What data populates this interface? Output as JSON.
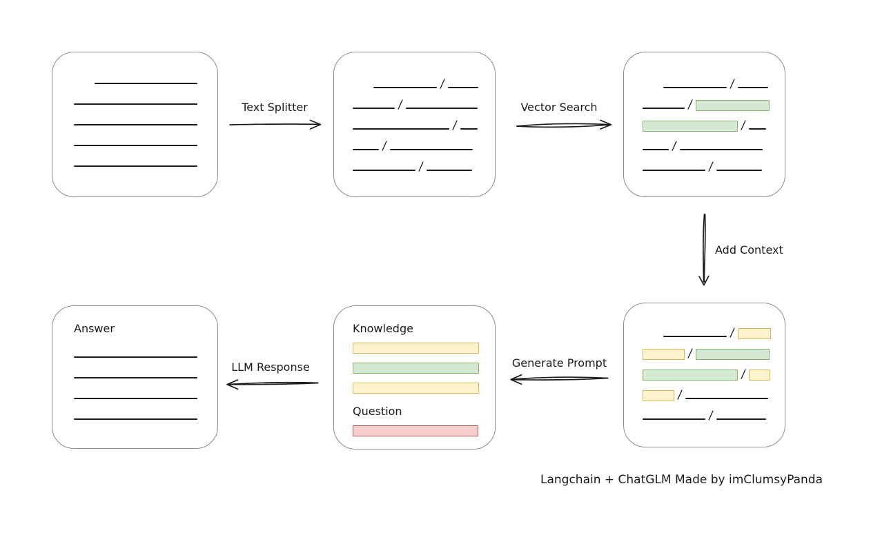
{
  "diagram": {
    "credit": "Langchain + ChatGLM Made by imClumsyPanda",
    "slash": "/"
  },
  "colors": {
    "background": "#ffffff",
    "ink": "#1a1a1a",
    "box_border": "#8c8c8c",
    "green_fill": "#d5e8d4",
    "green_stroke": "#82b366",
    "yellow_fill": "#fff2cc",
    "yellow_stroke": "#d6b656",
    "red_fill": "#f8cecc",
    "red_stroke": "#b85450"
  },
  "arrows": {
    "text_splitter": {
      "label": "Text Splitter",
      "direction": "right"
    },
    "vector_search": {
      "label": "Vector Search",
      "direction": "right"
    },
    "add_context": {
      "label": "Add Context",
      "direction": "down"
    },
    "generate_prompt": {
      "label": "Generate Prompt",
      "direction": "left"
    },
    "llm_response": {
      "label": "LLM Response",
      "direction": "left"
    }
  },
  "boxes": {
    "document": {
      "rows": [
        {
          "indent": 30,
          "segs": [
            {
              "t": "line",
              "w": 149
            }
          ]
        },
        {
          "segs": [
            {
              "t": "line",
              "w": 179
            }
          ]
        },
        {
          "segs": [
            {
              "t": "line",
              "w": 179
            }
          ]
        },
        {
          "segs": [
            {
              "t": "line",
              "w": 179
            }
          ]
        },
        {
          "segs": [
            {
              "t": "line",
              "w": 179
            }
          ]
        }
      ]
    },
    "split_chunks": {
      "rows": [
        {
          "indent": 30,
          "segs": [
            {
              "t": "line",
              "w": 92
            },
            {
              "t": "line",
              "w": 44
            }
          ]
        },
        {
          "segs": [
            {
              "t": "line",
              "w": 61
            },
            {
              "t": "line",
              "w": 104
            }
          ]
        },
        {
          "segs": [
            {
              "t": "line",
              "w": 140
            },
            {
              "t": "line",
              "w": 25
            }
          ]
        },
        {
          "segs": [
            {
              "t": "line",
              "w": 38
            },
            {
              "t": "line",
              "w": 120
            }
          ]
        },
        {
          "segs": [
            {
              "t": "line",
              "w": 91
            },
            {
              "t": "line",
              "w": 66
            }
          ]
        }
      ]
    },
    "search_results": {
      "rows": [
        {
          "indent": 30,
          "segs": [
            {
              "t": "line",
              "w": 92
            },
            {
              "t": "line",
              "w": 44
            }
          ]
        },
        {
          "segs": [
            {
              "t": "line",
              "w": 61
            },
            {
              "t": "green",
              "w": 107
            }
          ]
        },
        {
          "segs": [
            {
              "t": "green",
              "w": 138
            },
            {
              "t": "line",
              "w": 25
            }
          ]
        },
        {
          "segs": [
            {
              "t": "line",
              "w": 38
            },
            {
              "t": "line",
              "w": 120
            }
          ]
        },
        {
          "segs": [
            {
              "t": "line",
              "w": 91
            },
            {
              "t": "line",
              "w": 66
            }
          ]
        }
      ]
    },
    "context_chunks": {
      "rows": [
        {
          "indent": 30,
          "segs": [
            {
              "t": "line",
              "w": 92
            },
            {
              "t": "yellow",
              "w": 48
            }
          ]
        },
        {
          "segs": [
            {
              "t": "yellow",
              "w": 61
            },
            {
              "t": "green",
              "w": 107
            }
          ]
        },
        {
          "segs": [
            {
              "t": "green",
              "w": 138
            },
            {
              "t": "yellow",
              "w": 31
            }
          ]
        },
        {
          "segs": [
            {
              "t": "yellow",
              "w": 46
            },
            {
              "t": "line",
              "w": 120
            }
          ]
        },
        {
          "segs": [
            {
              "t": "line",
              "w": 91
            },
            {
              "t": "line",
              "w": 72
            }
          ]
        }
      ]
    },
    "prompt": {
      "knowledge_label": "Knowledge",
      "knowledge_bars": [
        {
          "t": "yellow",
          "w": 183
        },
        {
          "t": "green",
          "w": 183
        },
        {
          "t": "yellow",
          "w": 183
        }
      ],
      "question_label": "Question",
      "question_bars": [
        {
          "t": "red",
          "w": 182
        }
      ]
    },
    "answer": {
      "label": "Answer",
      "rows": [
        {
          "segs": [
            {
              "t": "line",
              "w": 179
            }
          ]
        },
        {
          "segs": [
            {
              "t": "line",
              "w": 179
            }
          ]
        },
        {
          "segs": [
            {
              "t": "line",
              "w": 179
            }
          ]
        },
        {
          "segs": [
            {
              "t": "line",
              "w": 179
            }
          ]
        }
      ]
    }
  }
}
